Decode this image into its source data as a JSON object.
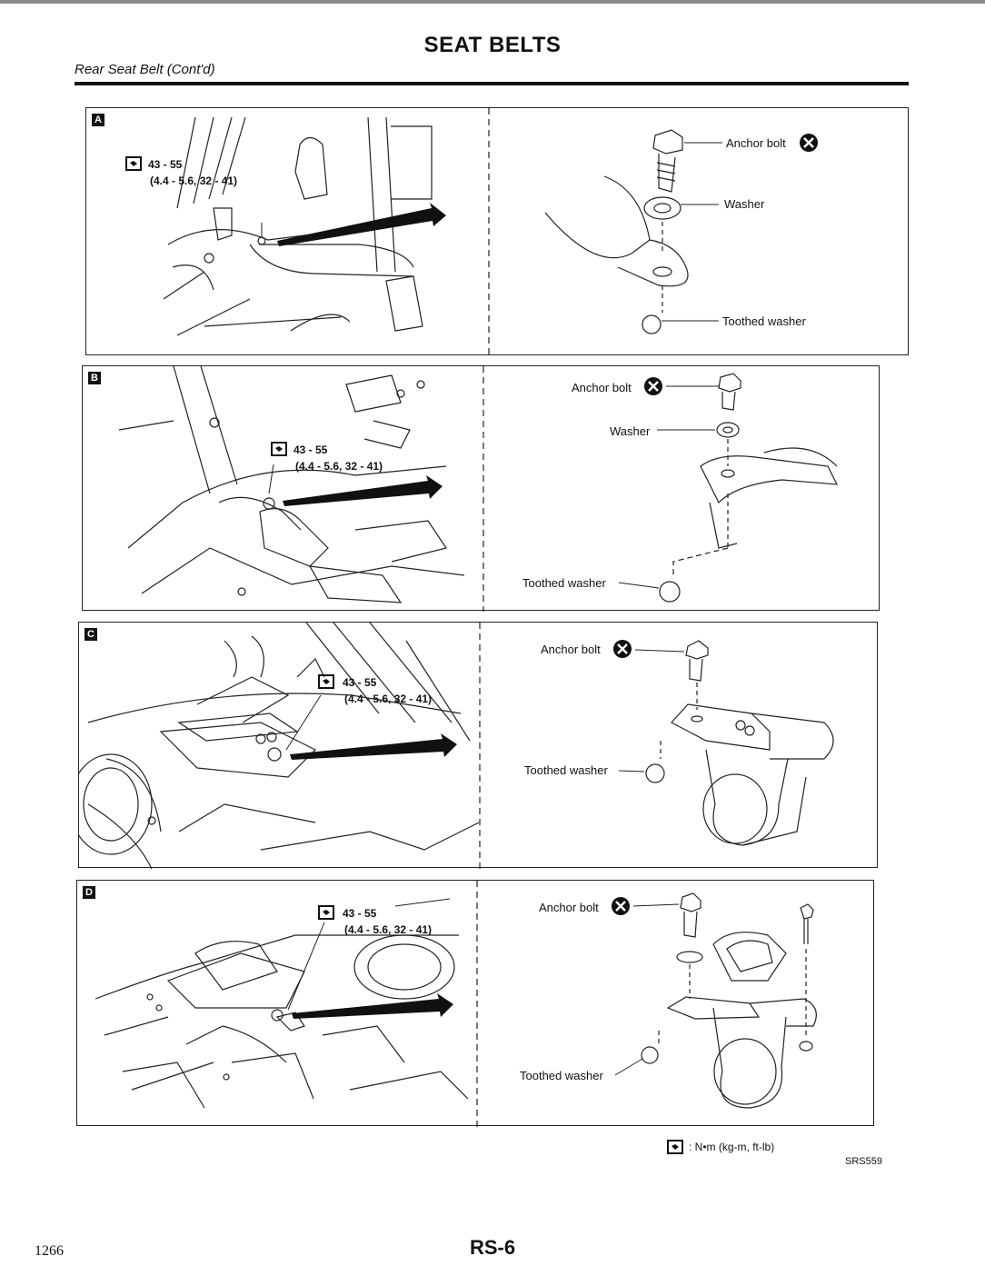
{
  "header": {
    "title": "SEAT BELTS",
    "section": "Rear Seat Belt (Cont'd)"
  },
  "panels": [
    {
      "letter": "A",
      "torque": {
        "nm": "43 - 55",
        "alt": "(4.4 - 5.6, 32 - 41)"
      },
      "labels": {
        "anchor_bolt": "Anchor bolt",
        "washer": "Washer",
        "toothed_washer": "Toothed washer"
      }
    },
    {
      "letter": "B",
      "torque": {
        "nm": "43 - 55",
        "alt": "(4.4 - 5.6, 32 - 41)"
      },
      "labels": {
        "anchor_bolt": "Anchor bolt",
        "washer": "Washer",
        "toothed_washer": "Toothed washer"
      }
    },
    {
      "letter": "C",
      "torque": {
        "nm": "43 - 55",
        "alt": "(4.4 - 5.6, 32 - 41)"
      },
      "labels": {
        "anchor_bolt": "Anchor bolt",
        "toothed_washer": "Toothed washer"
      }
    },
    {
      "letter": "D",
      "torque": {
        "nm": "43 - 55",
        "alt": "(4.4 - 5.6, 32 - 41)"
      },
      "labels": {
        "anchor_bolt": "Anchor bolt",
        "toothed_washer": "Toothed washer"
      }
    }
  ],
  "legend": {
    "text": ": N•m (kg-m, ft-lb)"
  },
  "figure_code": "SRS559",
  "footer": {
    "page_number": "1266",
    "page_code": "RS-6"
  },
  "icons": {
    "torque": "torque-wrench-icon",
    "replace": "replace-x-icon"
  }
}
